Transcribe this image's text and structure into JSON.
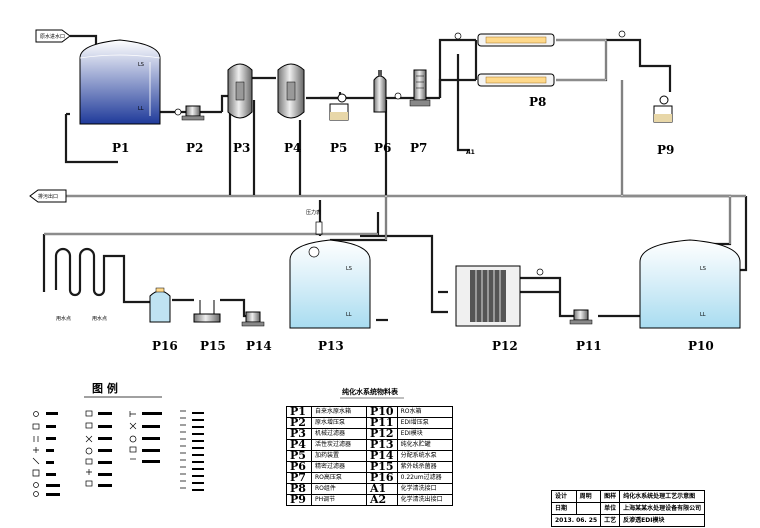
{
  "labels": {
    "p1": "P1",
    "p2": "P2",
    "p3": "P3",
    "p4": "P4",
    "p5": "P5",
    "p6": "P6",
    "p7": "P7",
    "p8": "P8",
    "p9": "P9",
    "p10": "P10",
    "p11": "P11",
    "p12": "P12",
    "p13": "P13",
    "p14": "P14",
    "p15": "P15",
    "p16": "P16"
  },
  "small_text": {
    "raw_water_in": "原水进水口",
    "drain_out": "排污出口",
    "a1": "A1",
    "gauge_label": "压力表",
    "use_point_1": "用水点",
    "use_point_2": "用水点",
    "ls": "LS",
    "ll": "LL"
  },
  "legend_title": "图 例",
  "table_title": "纯化水系统物料表",
  "equipment": [
    {
      "code": "P1",
      "name": "自来水原水箱",
      "code2": "P10",
      "name2": "RO水箱"
    },
    {
      "code": "P2",
      "name": "原水增压泵",
      "code2": "P11",
      "name2": "EDI增压泵"
    },
    {
      "code": "P3",
      "name": "机械过滤器",
      "code2": "P12",
      "name2": "EDI模块"
    },
    {
      "code": "P4",
      "name": "活性炭过滤器",
      "code2": "P13",
      "name2": "纯化水贮罐"
    },
    {
      "code": "P5",
      "name": "加药装置",
      "code2": "P14",
      "name2": "分配系统水泵"
    },
    {
      "code": "P6",
      "name": "精密过滤器",
      "code2": "P15",
      "name2": "紫外线杀菌器"
    },
    {
      "code": "P7",
      "name": "RO高压泵",
      "code2": "P16",
      "name2": "0.22um过滤器"
    },
    {
      "code": "P8",
      "name": "RO组件",
      "code2": "A1",
      "name2": "化学清洗接口"
    },
    {
      "code": "P9",
      "name": "PH调节",
      "code2": "A2",
      "name2": "化学清洗出接口"
    }
  ],
  "title_block": {
    "design": "设计",
    "designer": "周明",
    "drawing_name_label": "图样",
    "drawing_name": "纯化水系统处理工艺示意图",
    "date_label": "日期",
    "unit_label": "单位",
    "company": "上海某某水处理设备有限公司",
    "date": "2013. 06. 25",
    "process_label": "工艺",
    "process": "反渗透EDI模块"
  },
  "colors": {
    "water": "#bfe3f2",
    "water_dark": "#3a4fa5",
    "pipe": "#1a1a1a",
    "membrane": "#ffd98a"
  }
}
